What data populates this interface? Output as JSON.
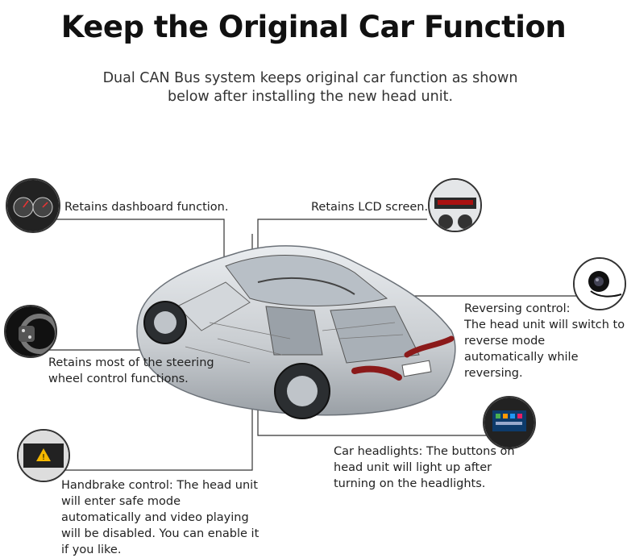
{
  "title": "Keep the Original Car Function",
  "subtitle": "Dual CAN Bus system keeps original car function as shown below after installing the new head unit.",
  "features": {
    "dashboard": "Retains dashboard function.",
    "lcd": "Retains LCD screen.",
    "steering": "Retains most of the steering wheel control functions.",
    "reversing_line1": "Reversing control:",
    "reversing_line2": "The head unit will switch to reverse mode automatically while reversing.",
    "headlights": "Car headlights: The buttons on head unit will light up after turning on the headlights.",
    "handbrake": "Handbrake control: The head unit will enter safe mode automatically and video playing will be disabled. You can enable it if you like."
  },
  "icons": {
    "dashboard": "dashboard-gauges-icon",
    "lcd": "lcd-screen-icon",
    "steering": "steering-wheel-icon",
    "camera": "reverse-camera-icon",
    "headunit": "head-unit-icon",
    "handbrake": "handbrake-warning-icon"
  }
}
